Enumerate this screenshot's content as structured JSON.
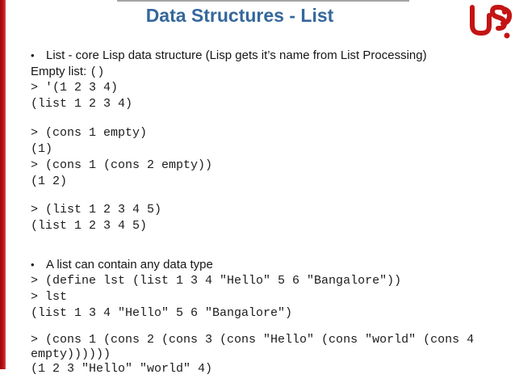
{
  "slide": {
    "title": "Data Structures - List",
    "title_color": "#35679B",
    "accent_red": "#C40F12"
  },
  "logo": {
    "name": "lisp-logo",
    "color": "#C41414"
  },
  "content": {
    "bullet_glyph": "•",
    "bullet1": "List - core Lisp data structure (Lisp gets it’s name from List Processing)",
    "empty_label": "Empty list: ",
    "empty_value": "()",
    "code_block1": [
      "> '(1 2 3 4)",
      "(list 1 2 3 4)"
    ],
    "code_block2": [
      "> (cons 1 empty)",
      "(1)",
      "> (cons 1 (cons 2 empty))",
      "(1 2)"
    ],
    "code_block3": [
      "> (list 1 2 3 4 5)",
      "(list 1 2 3 4 5)"
    ],
    "bullet2": "A list can contain any data type",
    "code_block4": [
      "> (define lst (list 1 3 4 \"Hello\" 5 6 \"Bangalore\"))",
      "> lst",
      "(list 1 3 4 \"Hello\" 5 6 \"Bangalore\")"
    ],
    "code_block5": [
      "> (cons 1 (cons 2 (cons 3 (cons \"Hello\" (cons \"world\" (cons 4",
      "empty))))))",
      "(1 2 3 \"Hello\" \"world\" 4)"
    ]
  }
}
